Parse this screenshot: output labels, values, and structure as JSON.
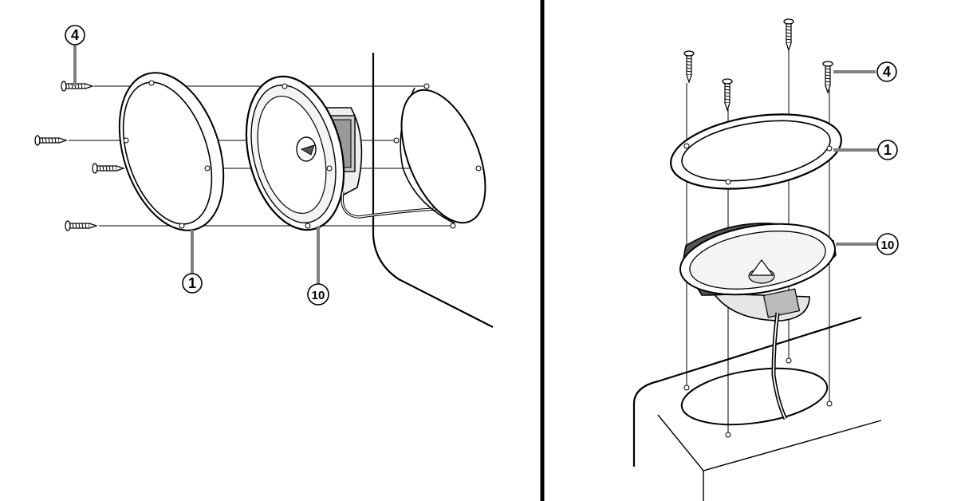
{
  "callouts": {
    "left": {
      "screw": "4",
      "grille": "1",
      "speaker": "10"
    },
    "right": {
      "screw": "4",
      "grille": "1",
      "speaker": "10"
    }
  },
  "colors": {
    "ink": "#000000",
    "callout_leader": "#808080",
    "background": "#ffffff"
  }
}
